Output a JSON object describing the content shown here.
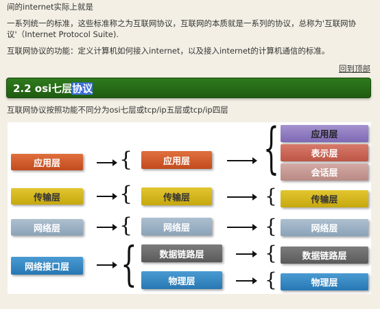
{
  "text": {
    "line1": "间的internet实际上就是",
    "line2": "一系列统一的标准，这些标准称之为互联网协议，互联网的本质就是一系列的协议，总称为'互联网协",
    "line3": "议'（Internet Protocol Suite).",
    "line4": "互联网协议的功能：定义计算机如何接入internet，以及接入internet的计算机通信的标准。",
    "back_to_top": "回到顶部",
    "section_num": "2.2 osi七层",
    "section_hl": "协议",
    "intro": "互联网协议按照功能不同分为osi七层或tcp/ip五层或tcp/ip四层"
  },
  "diagram": {
    "col1": [
      "应用层",
      "传输层",
      "网络层",
      "网络接口层"
    ],
    "col2": [
      "应用层",
      "传输层",
      "网络层",
      "数据链路层",
      "物理层"
    ],
    "col3": [
      "应用层",
      "表示层",
      "会话层",
      "传输层",
      "网络层",
      "数据链路层",
      "物理层"
    ]
  },
  "colors": {
    "section_bar": "#1f5c10",
    "application": "#c24a1d",
    "transport": "#c6a80e",
    "network": "#8aa2b8",
    "link": "#2777b3"
  }
}
